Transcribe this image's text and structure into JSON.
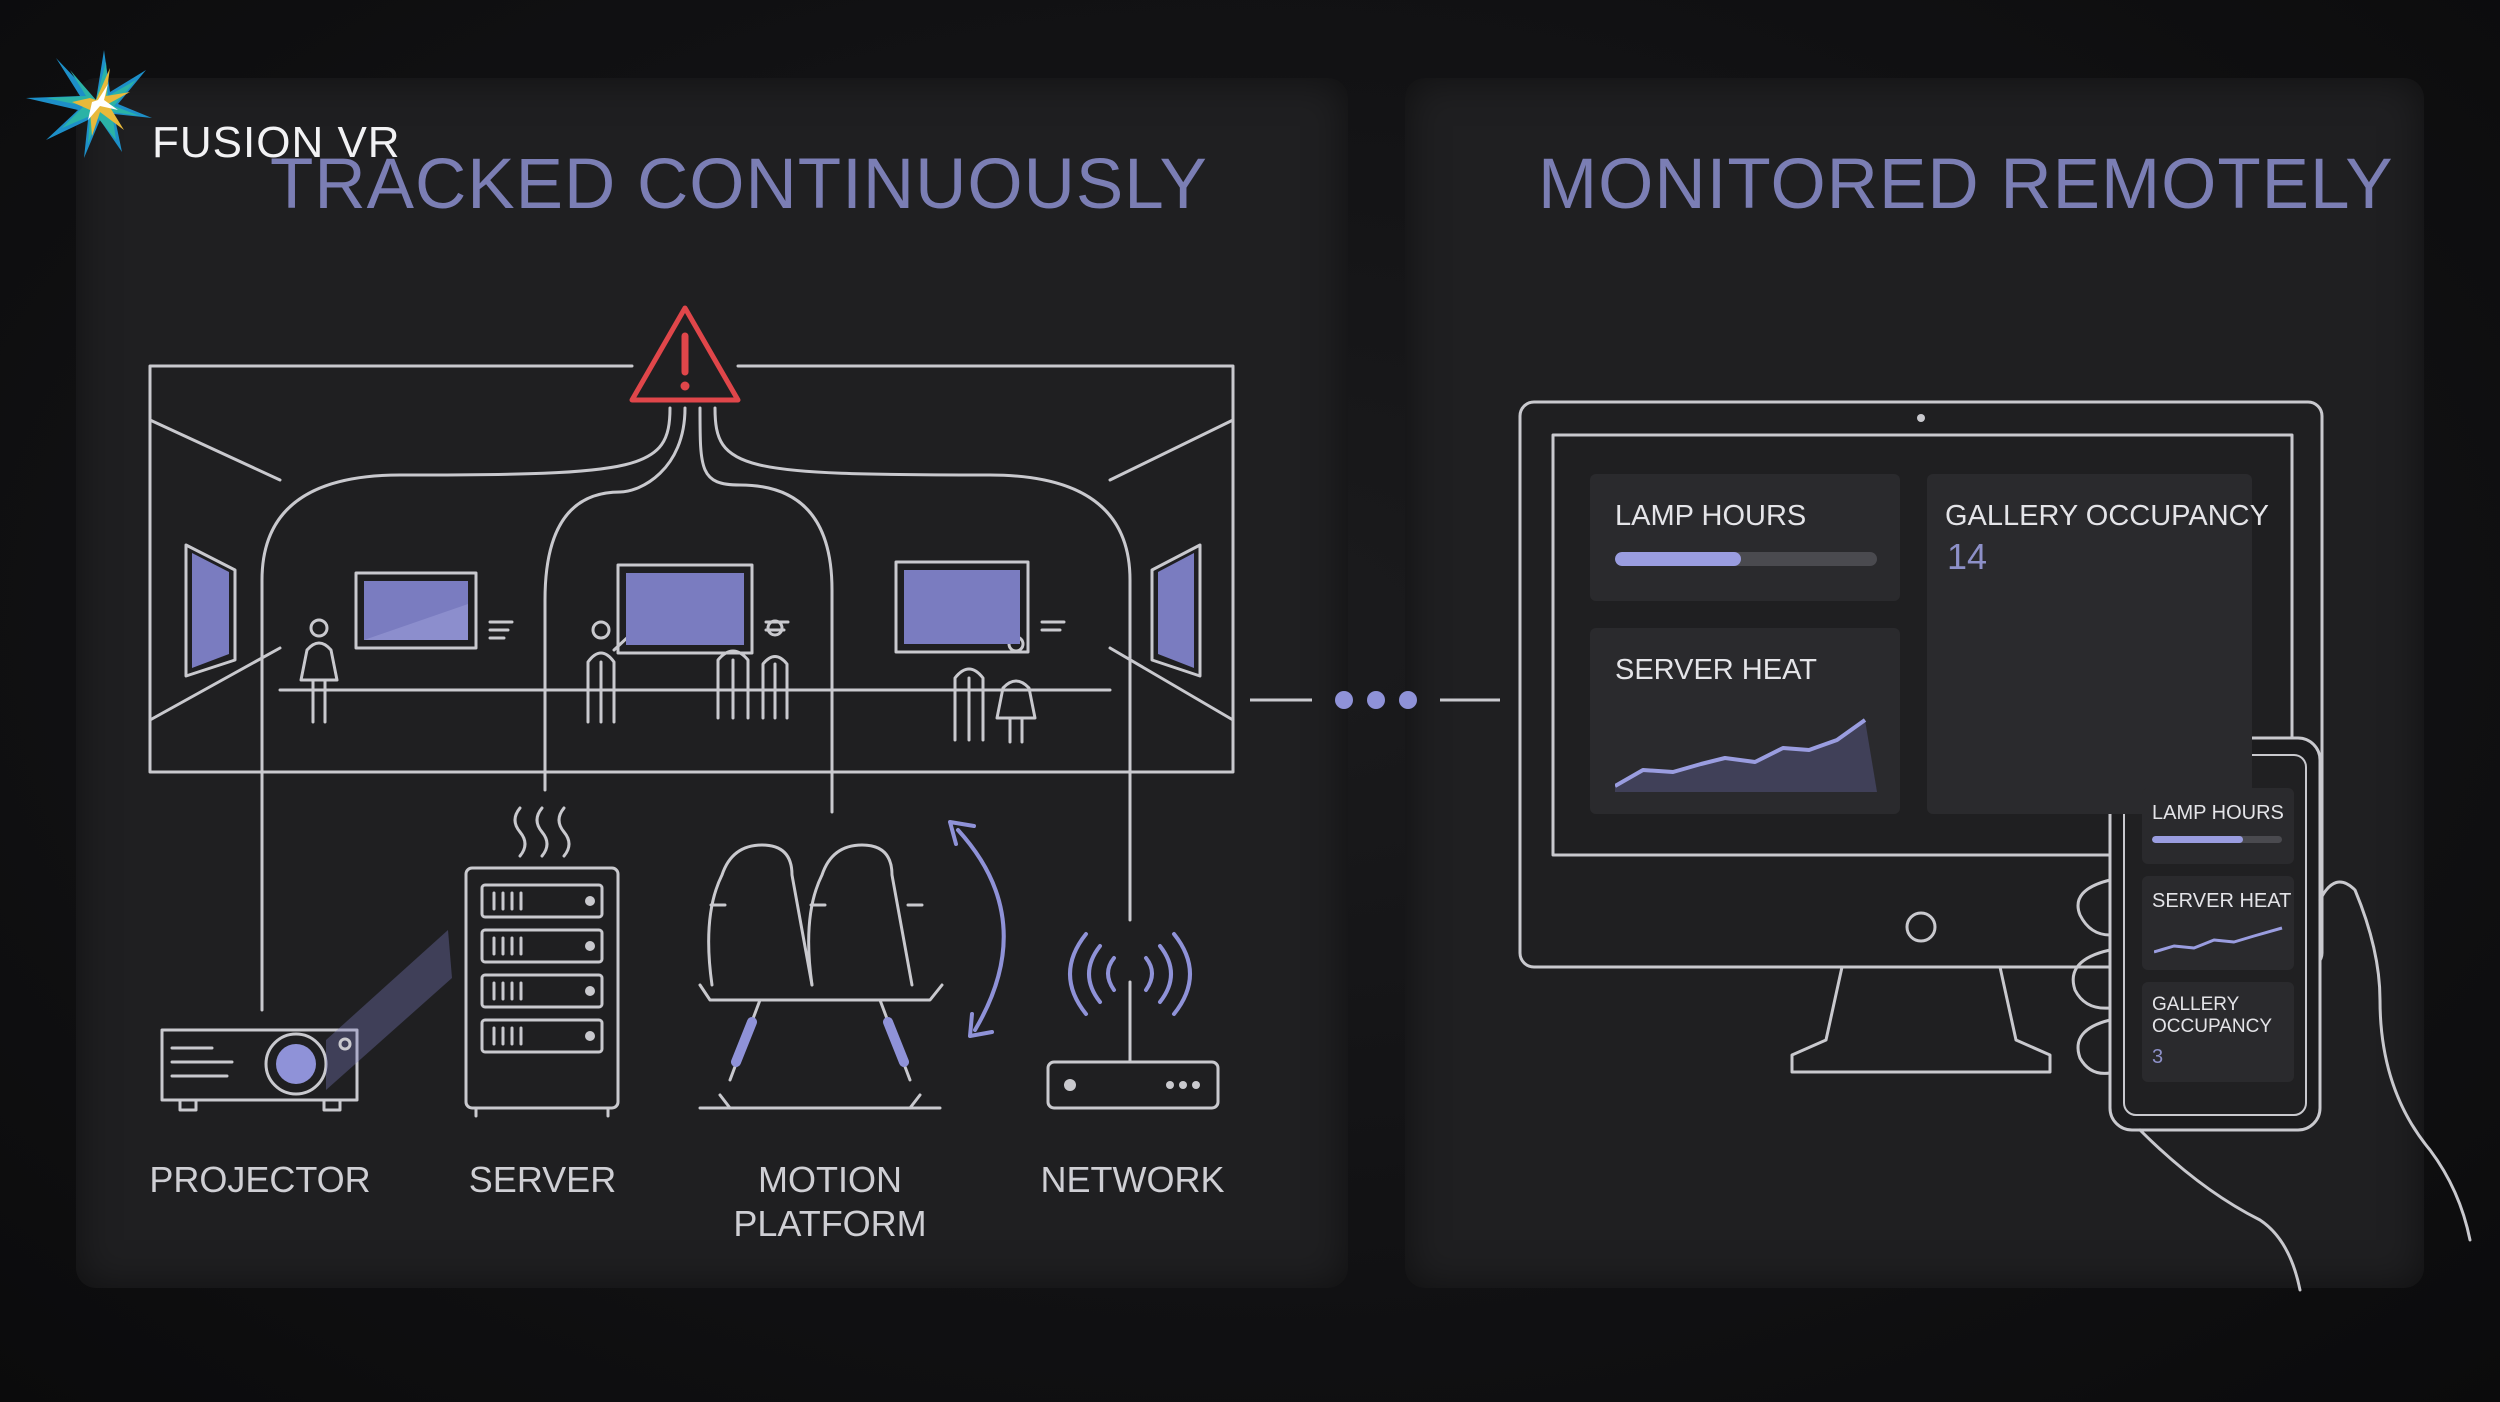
{
  "brand": {
    "name": "FUSION VR",
    "logo_icon": "starburst-logo-icon"
  },
  "headings": {
    "left": "TRACKED CONTINUOUSLY",
    "right": "MONITORED REMOTELY"
  },
  "components": {
    "projector": "PROJECTOR",
    "server": "SERVER",
    "motion_platform": "MOTION\nPLATFORM",
    "network": "NETWORK"
  },
  "desktop_dashboard": {
    "lamp_hours": {
      "title": "LAMP HOURS",
      "fraction": 0.48
    },
    "gallery_occupancy": {
      "title": "GALLERY OCCUPANCY",
      "value": "14"
    },
    "server_heat": {
      "title": "SERVER HEAT"
    }
  },
  "phone_dashboard": {
    "lamp_hours": {
      "title": "LAMP HOURS",
      "fraction": 0.7
    },
    "server_heat": {
      "title": "SERVER HEAT"
    },
    "gallery_occupancy": {
      "title": "GALLERY\nOCCUPANCY",
      "value": "3"
    }
  },
  "colors": {
    "accent": "#7b7eb4",
    "alert": "#e0464a",
    "line": "#c9c9ce",
    "screen_fill": "#7a7cc0"
  }
}
